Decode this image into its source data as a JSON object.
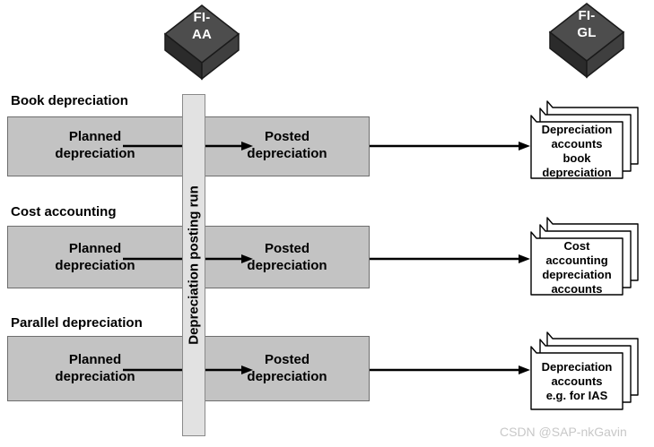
{
  "diagram": {
    "title": "Depreciation posting run",
    "watermark": "CSDN @SAP-nkGavin",
    "colors": {
      "process_box_fill": "#c3c3c3",
      "process_box_border": "#6e6e6e",
      "vertical_bar_fill": "#e2e2e2",
      "vertical_bar_border": "#8a8a8a",
      "cube_front": "#3f3f3f",
      "cube_top": "#4d4d4d",
      "cube_side": "#2b2b2b",
      "document_fill": "#ffffff",
      "document_border": "#000000",
      "arrow": "#000000",
      "watermark": "#c8c8c8"
    }
  },
  "modules": {
    "source": {
      "name": "FI-AA",
      "line1": "FI-",
      "line2": "AA"
    },
    "target": {
      "name": "FI-GL",
      "line1": "FI-",
      "line2": "GL"
    }
  },
  "posting_run": {
    "label": "Depreciation posting run"
  },
  "rows": [
    {
      "caption": "Book depreciation",
      "planned": {
        "line1": "Planned",
        "line2": "depreciation"
      },
      "posted": {
        "line1": "Posted",
        "line2": "depreciation"
      },
      "accounts": {
        "line1": "Depreciation",
        "line2": "accounts",
        "line3": "book",
        "line4": "depreciation"
      }
    },
    {
      "caption": "Cost accounting",
      "planned": {
        "line1": "Planned",
        "line2": "depreciation"
      },
      "posted": {
        "line1": "Posted",
        "line2": "depreciation"
      },
      "accounts": {
        "line1": "Cost",
        "line2": "accounting",
        "line3": "depreciation",
        "line4": "accounts"
      }
    },
    {
      "caption": "Parallel depreciation",
      "planned": {
        "line1": "Planned",
        "line2": "depreciation"
      },
      "posted": {
        "line1": "Posted",
        "line2": "depreciation"
      },
      "accounts": {
        "line1": "Depreciation",
        "line2": "accounts",
        "line3": "e.g. for IAS",
        "line4": ""
      }
    }
  ]
}
